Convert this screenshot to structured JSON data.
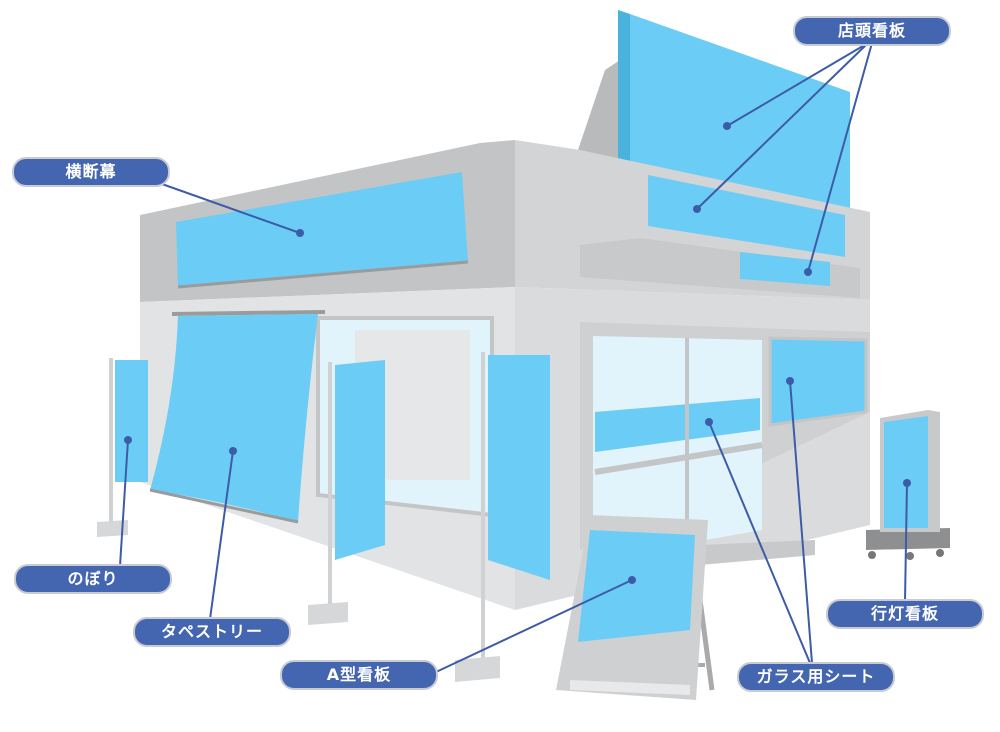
{
  "labels": {
    "storefront_sign": "店頭看板",
    "banner": "横断幕",
    "nobori_flag": "のぼり",
    "tapestry": "タペストリー",
    "a_frame_sign": "A型看板",
    "glass_sheet": "ガラス用シート",
    "andon_sign": "行灯看板"
  },
  "colors": {
    "label_bg": "#4466b0",
    "sign_blue": "#6bcdf5",
    "glass_light": "#e1f3fb",
    "wall_light": "#e4e5e7",
    "wall_mid": "#d0d1d3",
    "wall_dark": "#bfc0c2",
    "leader_line": "#3d5ca8"
  }
}
